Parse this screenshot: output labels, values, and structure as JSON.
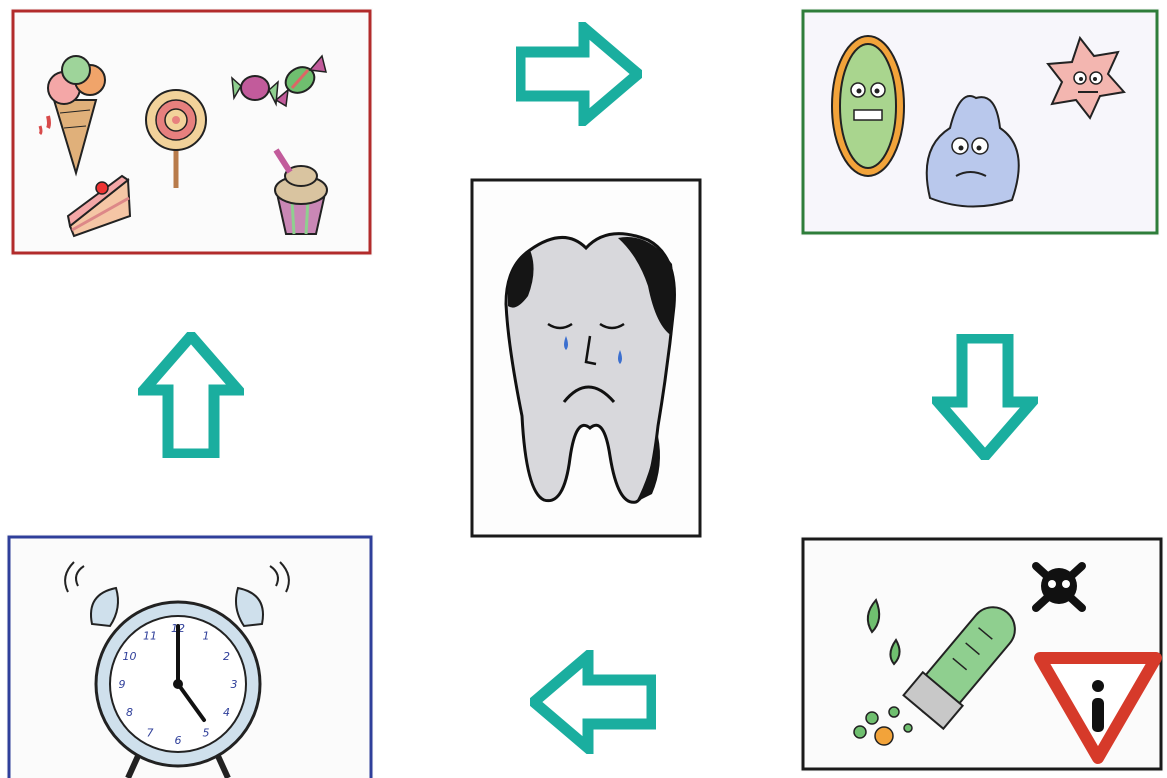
{
  "colors": {
    "arrow": "#1aae9f",
    "sweets_frame": "#b22b2b",
    "bacteria_frame": "#2e7d3a",
    "acid_frame": "#1a1a1a",
    "clock_frame": "#2f3f9a",
    "tooth_frame": "#1a1a1a"
  },
  "clock": {
    "numerals": [
      "12",
      "1",
      "2",
      "3",
      "4",
      "5",
      "6",
      "7",
      "8",
      "9",
      "10",
      "11"
    ],
    "time_shown": "5:00"
  },
  "icons": {
    "sweets": [
      "ice-cream-icon",
      "lollipop-icon",
      "wrapped-candy-icon",
      "cake-slice-icon",
      "cupcake-icon"
    ],
    "bacteria": [
      "green-bacterium-icon",
      "blue-bacterium-icon",
      "pink-virus-icon"
    ],
    "acid": [
      "acid-drops-icon",
      "test-tube-icon",
      "skull-crossbones-icon",
      "warning-triangle-icon"
    ],
    "tooth": [
      "sad-tooth-icon"
    ],
    "arrows": [
      "arrow-right-icon",
      "arrow-down-icon",
      "arrow-left-icon",
      "arrow-up-icon"
    ]
  }
}
